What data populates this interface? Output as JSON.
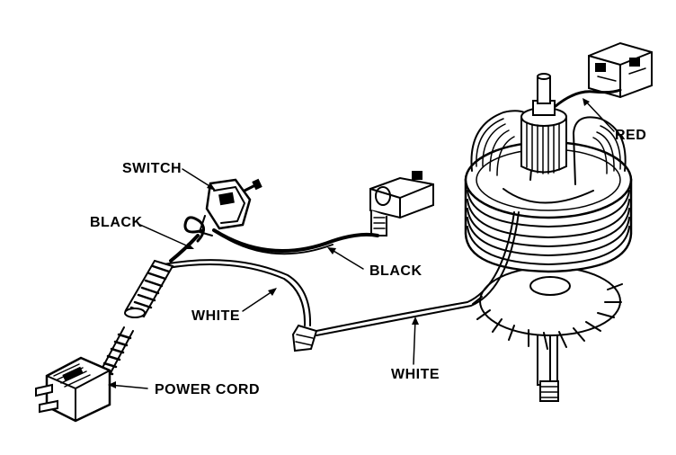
{
  "diagram": {
    "labels": {
      "switch": "SWITCH",
      "black_top": "BLACK",
      "black_right": "BLACK",
      "white_left": "WHITE",
      "white_bottom": "WHITE",
      "power_cord": "POWER CORD",
      "red": "RED"
    }
  }
}
